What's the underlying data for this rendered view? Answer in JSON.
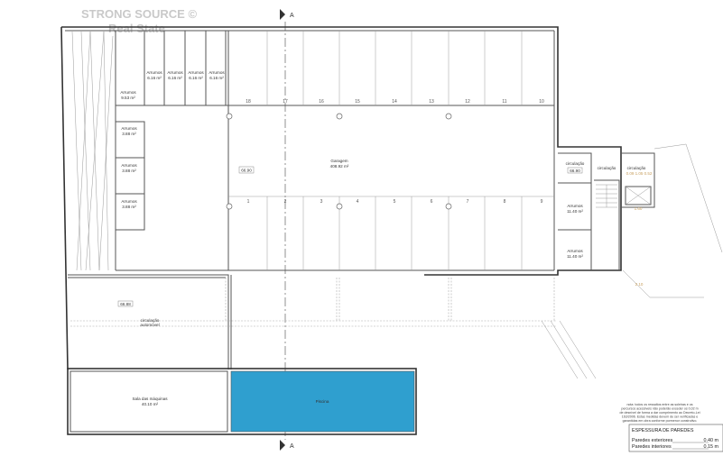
{
  "watermark": {
    "line1": "STRONG SOURCE ©",
    "line2": "Real State"
  },
  "section_marker": {
    "top": "A",
    "bottom": "A"
  },
  "rooms": {
    "storage_top": [
      {
        "name": "Arrumos",
        "area": "6.16 m²"
      },
      {
        "name": "Arrumos",
        "area": "6.16 m²"
      },
      {
        "name": "Arrumos",
        "area": "6.16 m²"
      },
      {
        "name": "Arrumos",
        "area": "6.16 m²"
      }
    ],
    "storage_large": {
      "name": "Arrumos",
      "area": "9.53 m²"
    },
    "storage_left": [
      {
        "name": "Arrumos",
        "area": "3.88 m²"
      },
      {
        "name": "Arrumos",
        "area": "3.88 m²"
      },
      {
        "name": "Arrumos",
        "area": "3.88 m²"
      }
    ],
    "garage": {
      "name": "Garagem",
      "area": "408.92 m²"
    },
    "garage_level": "66.90",
    "circulation_right": [
      {
        "name": "circulação",
        "level": "66.90"
      },
      {
        "name": "circulação"
      },
      {
        "name": "circulação"
      }
    ],
    "storage_right": [
      {
        "name": "Arrumos",
        "area": "11.40 m²"
      },
      {
        "name": "Arrumos",
        "area": "11.40 m²"
      }
    ],
    "car_circulation": {
      "name_line1": "circulação",
      "name_line2": "automóvel",
      "level": "66.88"
    },
    "machine_room": {
      "name": "Sala das máquinas",
      "area": "40.10 m²"
    },
    "pool": {
      "name": "Piscina",
      "color": "#2f9fcf"
    }
  },
  "parking_top": [
    "18",
    "17",
    "16",
    "15",
    "14",
    "13",
    "12",
    "11",
    "10"
  ],
  "parking_bottom": [
    "1",
    "2",
    "3",
    "4",
    "5",
    "6",
    "7",
    "8",
    "9"
  ],
  "dimensions": {
    "elevator_row": "0.09 1.05 0.52",
    "elevator_width": "1.60",
    "elevator_height": "1.60",
    "bottom_right": "2.10"
  },
  "note": [
    "nota: todos os ressaltos entre as soleiras e os",
    "percursos acessíveis não poderão exceder os 0,02 m",
    "de desnível de forma a dar cumprimento ao Decreto-Lei",
    "163/2006. Estas medidas devem de ser verificadas e",
    "garantidas em obra conforme pormenor construtivo."
  ],
  "wall_table": {
    "title": "ESPESSURA DE PAREDES",
    "rows": [
      {
        "label": "Paredes exteriores",
        "value": "0.40 m"
      },
      {
        "label": "Paredes interiores",
        "value": "0.15 m"
      }
    ]
  }
}
